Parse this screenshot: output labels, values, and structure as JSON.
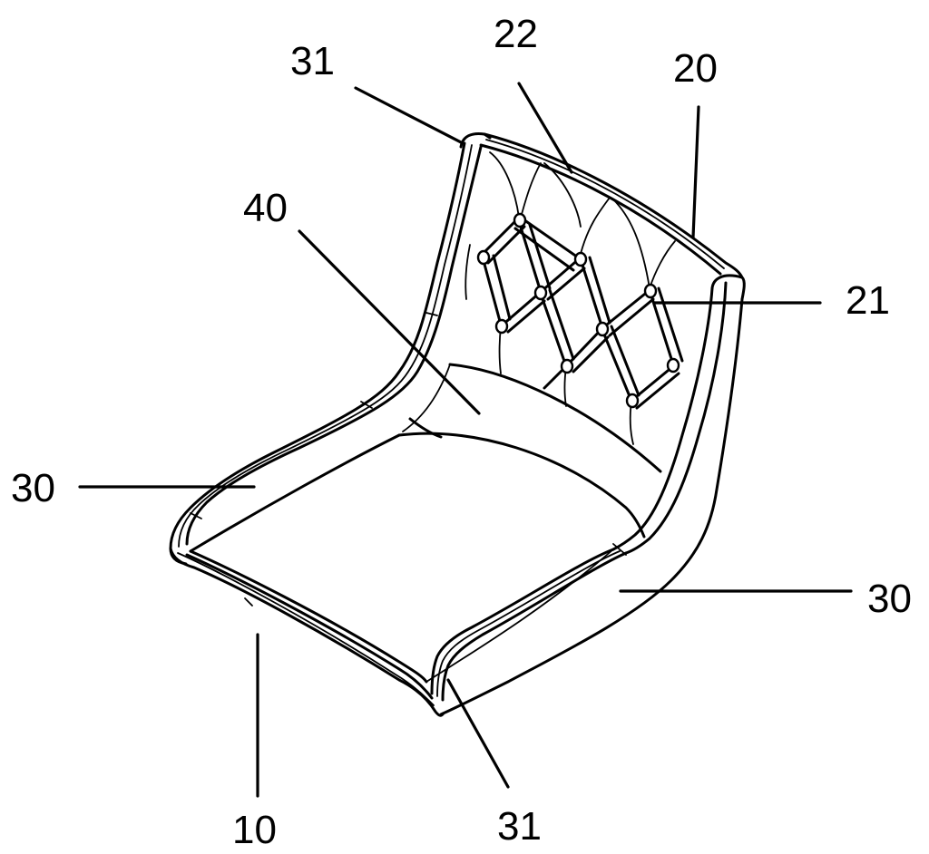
{
  "figure": {
    "reference_numerals": {
      "seat_base": "10",
      "backrest": "20",
      "backrest_lattice": "21",
      "backrest_pad": "22",
      "side_panel_left": "30",
      "side_panel_right": "30",
      "edge_trim_top": "31",
      "edge_trim_bottom": "31",
      "seat_cushion": "40"
    }
  }
}
